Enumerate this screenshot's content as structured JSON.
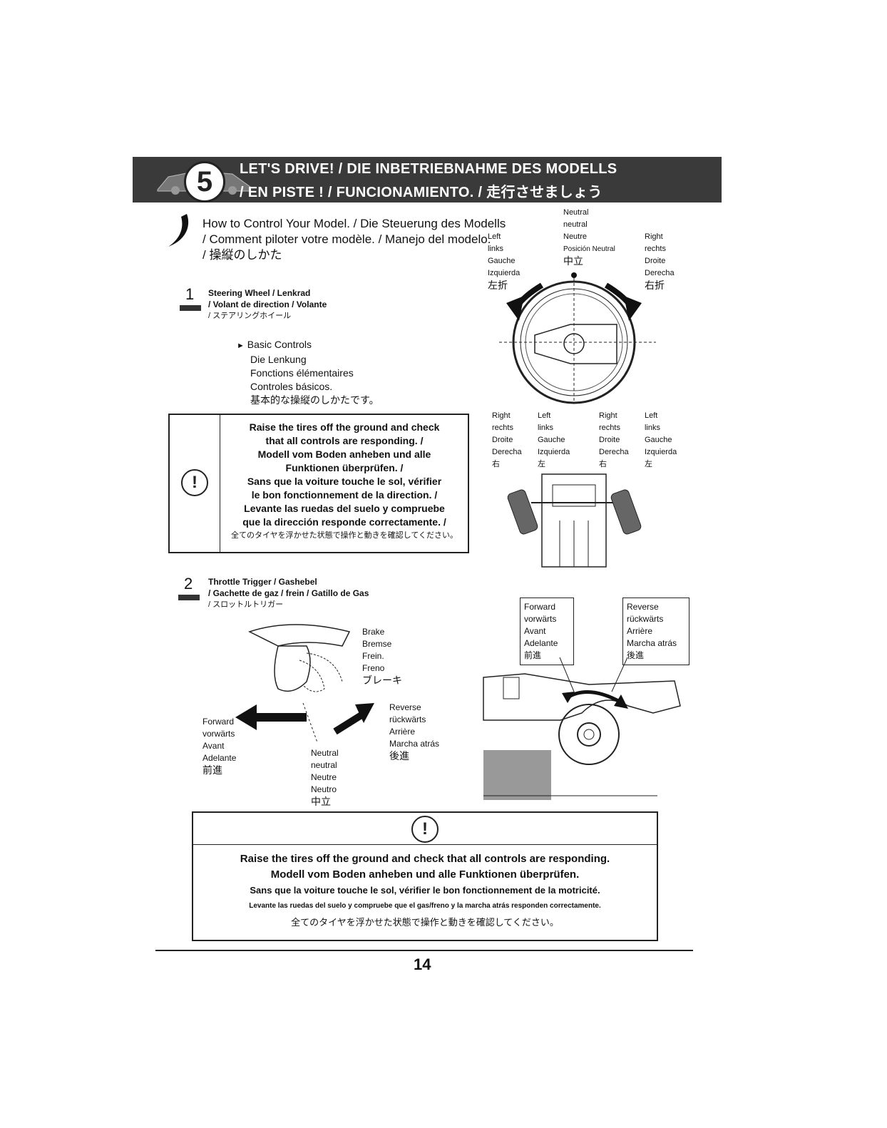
{
  "header": {
    "line1": "LET'S DRIVE! / DIE INBETRIEBNAHME DES MODELLS",
    "line2": "/ EN PISTE ! / FUNCIONAMIENTO. / 走行させましょう",
    "step_number": "5"
  },
  "section": {
    "title": [
      "How to Control Your Model. / Die Steuerung des Modells",
      "/ Comment piloter votre modèle. / Manejo del modelo.",
      "/ 操縦のしかた"
    ]
  },
  "step1": {
    "number": "1",
    "title": [
      "Steering Wheel / Lenkrad",
      "/ Volant de direction / Volante",
      "/ ステアリングホイール"
    ],
    "basic_controls": [
      "Basic Controls",
      "Die Lenkung",
      "Fonctions élémentaires",
      "Controles básicos.",
      "基本的な操縦のしかたです。"
    ]
  },
  "warning1": {
    "lines": [
      "Raise the tires off the ground and check",
      "that all controls are responding. /",
      "Modell vom Boden anheben und alle",
      "Funktionen überprüfen. /",
      "Sans que la voiture touche le sol, vérifier",
      "le bon fonctionnement de la direction. /",
      "Levante las ruedas del suelo y compruebe",
      "que la dirección responde correctamente. /"
    ],
    "jp": "全てのタイヤを浮かせた状態で操作と動きを確認してください。"
  },
  "wheel_diagram": {
    "neutral": [
      "Neutral",
      "neutral",
      "Neutre",
      "Posición Neutral",
      "中立"
    ],
    "left": [
      "Left",
      "links",
      "Gauche",
      "Izquierda",
      "左折"
    ],
    "right": [
      "Right",
      "rechts",
      "Droite",
      "Derecha",
      "右折"
    ]
  },
  "chassis_diagram": {
    "col1": [
      "Right",
      "rechts",
      "Droite",
      "Derecha",
      "右"
    ],
    "col2": [
      "Left",
      "links",
      "Gauche",
      "Izquierda",
      "左"
    ],
    "col3": [
      "Right",
      "rechts",
      "Droite",
      "Derecha",
      "右"
    ],
    "col4": [
      "Left",
      "links",
      "Gauche",
      "Izquierda",
      "左"
    ]
  },
  "step2": {
    "number": "2",
    "title": [
      "Throttle Trigger / Gashebel",
      "/ Gachette de gaz / frein / Gatillo de Gas",
      "/ スロットルトリガー"
    ]
  },
  "trigger_diagram": {
    "brake": [
      "Brake",
      "Bremse",
      "Frein.",
      "Freno",
      "ブレーキ"
    ],
    "reverse": [
      "Reverse",
      "rückwärts",
      "Arrière",
      "Marcha atrás",
      "後進"
    ],
    "forward": [
      "Forward",
      "vorwärts",
      "Avant",
      "Adelante",
      "前進"
    ],
    "neutral": [
      "Neutral",
      "neutral",
      "Neutre",
      "Neutro",
      "中立"
    ]
  },
  "car_diagram": {
    "forward": [
      "Forward",
      "vorwärts",
      "Avant",
      "Adelante",
      "前進"
    ],
    "reverse": [
      "Reverse",
      "rückwärts",
      "Arrière",
      "Marcha atrás",
      "後進"
    ]
  },
  "warning2": {
    "lines": [
      "Raise the tires off the ground and check that all controls are responding.",
      "Modell vom Boden anheben und alle Funktionen überprüfen.",
      "Sans que la voiture touche le sol, vérifier le bon fonctionnement de la motricité.",
      "Levante las ruedas del suelo y compruebe que el gas/freno y la marcha atrás responden correctamente.",
      "全てのタイヤを浮かせた状態で操作と動きを確認してください。"
    ]
  },
  "footer": {
    "page_number": "14"
  }
}
